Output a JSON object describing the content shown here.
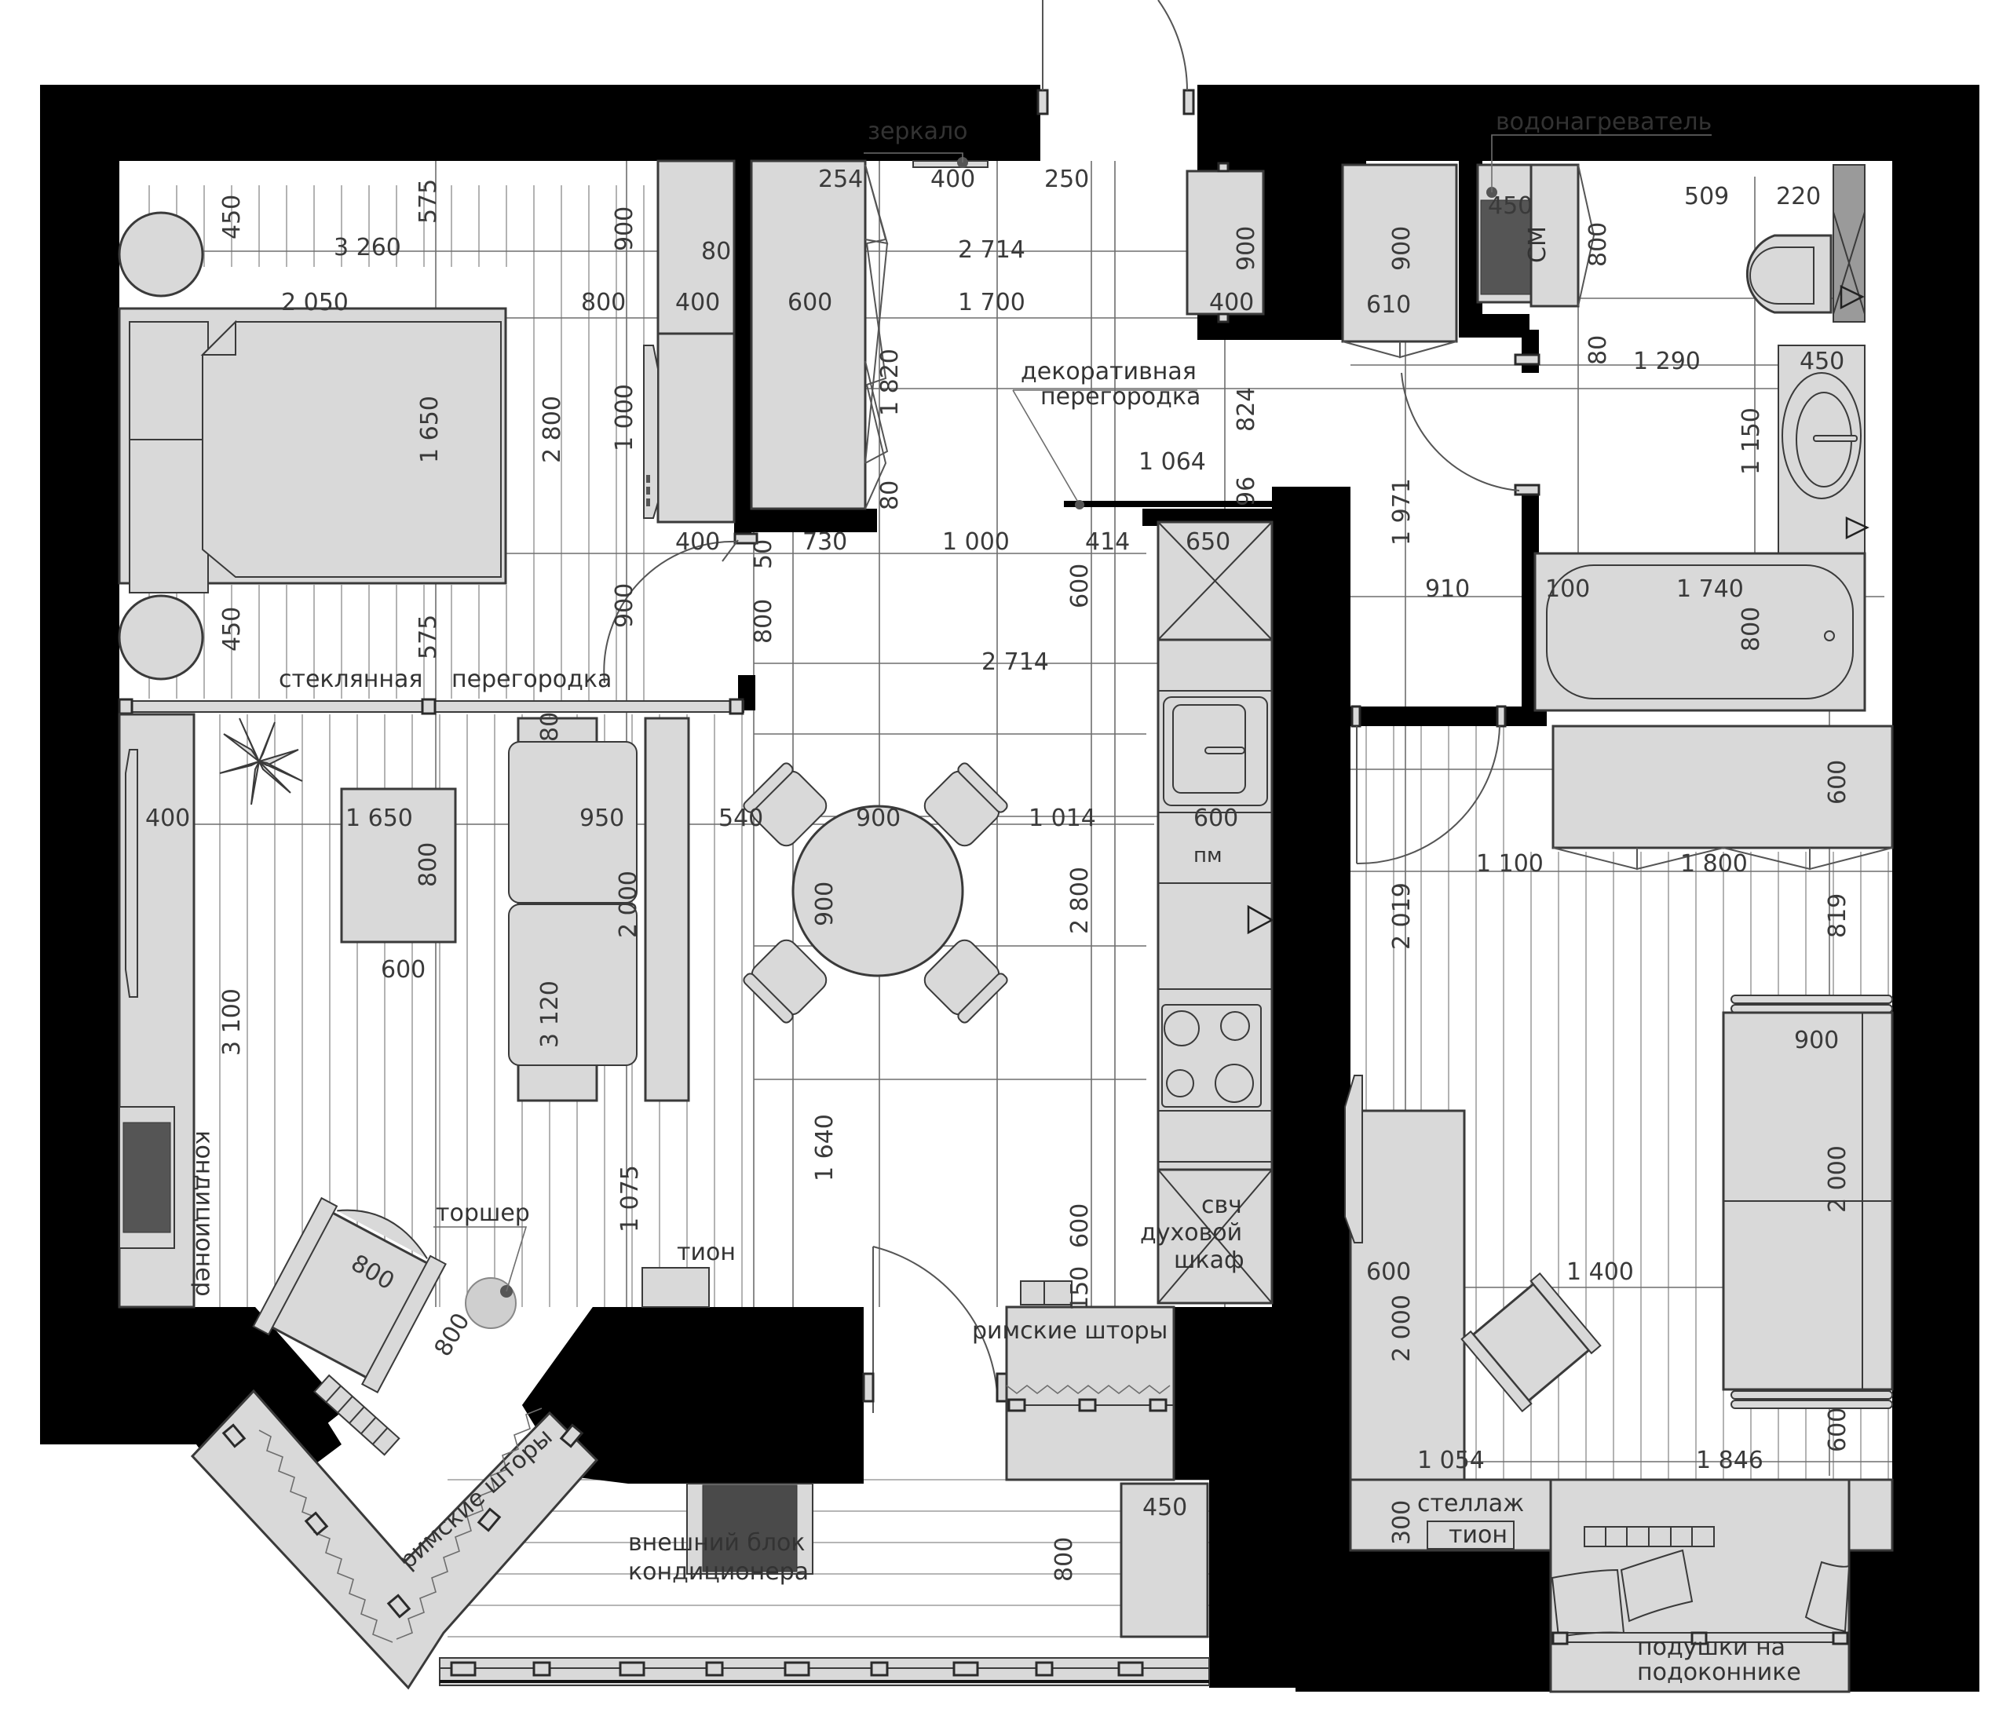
{
  "plan": {
    "title": "Furnished apartment floor plan with dimensions",
    "units": "mm",
    "colors": {
      "wall": "#000000",
      "furniture": "#d9d9d9",
      "line": "#3a3a3a",
      "floor": "#ffffff"
    }
  },
  "labels": {
    "mirror": "зеркало",
    "water_heater": "водонагреватель",
    "decorative_partition_1": "декоративная",
    "decorative_partition_2": "перегородка",
    "glass_partition_1": "стеклянная",
    "glass_partition_2": "перегородка",
    "floor_lamp": "торшер",
    "air_conditioner": "кондиционер",
    "tion_living": "тион",
    "roman_blinds_bay": "римские шторы",
    "roman_blinds_kitchen": "римские шторы",
    "outdoor_ac_1": "внешний блок",
    "outdoor_ac_2": "кондиционера",
    "dishwasher": "пм",
    "microwave": "свч",
    "oven_1": "духовой",
    "oven_2": "шкаф",
    "washing_machine": "СМ",
    "shelving": "стеллаж",
    "tion_bedroom": "тион",
    "cushions_1": "подушки на",
    "cushions_2": "подоконнике"
  },
  "dimensions": {
    "bed_nightstand_top": "450",
    "bed_nightstand_bottom": "450",
    "bed_top_gap": "575",
    "bed_bottom_gap": "575",
    "bedroom_width": "3 260",
    "bed_length": "2 050",
    "bed_width": "1 650",
    "bed_to_wall": "800",
    "bedroom_depth": "2 800",
    "wardrobe_top": "900",
    "partition_80": "80",
    "tv_unit_400": "400",
    "wardrobe_600": "600",
    "tv_1000": "1 000",
    "tv_unit_400_b": "400",
    "door_900": "900",
    "door_50": "50",
    "wardrobe_1820": "1 820",
    "wardrobe_80_b": "80",
    "hall_254": "254",
    "mirror_400": "400",
    "hall_250": "250",
    "hall_2714_top": "2 714",
    "hall_1700": "1 700",
    "shoe_900": "900",
    "shoe_400": "400",
    "partition_824": "824",
    "partition_1064": "1 064",
    "partition_96": "96",
    "hall_730": "730",
    "hall_1000": "1 000",
    "hall_414": "414",
    "kitchen_650": "650",
    "kitchen_600_v": "600",
    "opening_800": "800",
    "hall_2714_mid": "2 714",
    "tv_stand_400": "400",
    "coffee_1650": "1 650",
    "coffee_800": "800",
    "coffee_600": "600",
    "sofa_80": "80",
    "sofa_950": "950",
    "sofa_2000": "2 000",
    "living_3120": "3 120",
    "living_3100": "3 100",
    "dining_540": "540",
    "table_900": "900",
    "table_900_v": "900",
    "dining_1014": "1 014",
    "kitchen_600": "600",
    "kitchen_2800": "2 800",
    "dining_1640": "1 640",
    "living_1075": "1 075",
    "armchair_800_a": "800",
    "armchair_800_b": "800",
    "kitchen_600_low": "600",
    "radiator_150": "150",
    "balcony_450": "450",
    "balcony_800": "800",
    "hall2_900": "900",
    "hall2_610": "610",
    "wh_450": "450",
    "wm_800": "800",
    "bath_80": "80",
    "wc_509": "509",
    "wc_220": "220",
    "bath_1290": "1 290",
    "sink_450": "450",
    "sink_1150": "1 150",
    "hall2_1971": "1 971",
    "hall2_910": "910",
    "bath_100": "100",
    "tub_1740": "1 740",
    "tub_800": "800",
    "br_600_top": "600",
    "br_1100": "1 100",
    "br_1800": "1 800",
    "br_2019": "2 019",
    "br_819": "819",
    "br_bed_900": "900",
    "br_bed_2000": "2 000",
    "br_desk_600": "600",
    "br_1400": "1 400",
    "br_desk_2000": "2 000",
    "br_1054": "1 054",
    "br_1846": "1 846",
    "br_600_low": "600",
    "br_300": "300"
  }
}
